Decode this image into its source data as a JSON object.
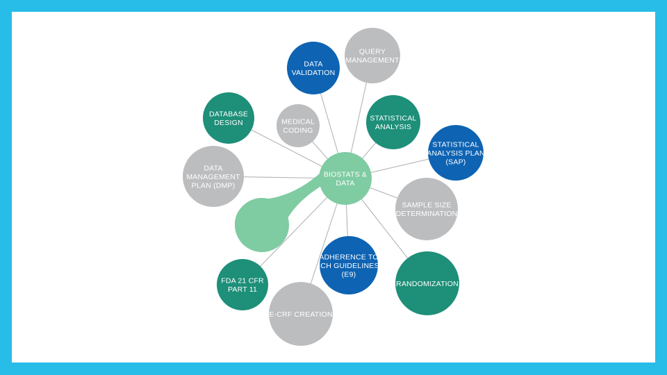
{
  "diagram": {
    "center": {
      "lines": [
        "BIOSTATS &",
        "DATA"
      ],
      "color": "#7fcba2"
    },
    "colors": {
      "teal": "#1e8f79",
      "blue": "#0e63b3",
      "gray": "#bcbdbf",
      "line": "#b3b4b6"
    },
    "nodes": [
      {
        "lines": [
          "DATA",
          "VALIDATION"
        ],
        "color": "blue"
      },
      {
        "lines": [
          "QUERY",
          "MANAGEMENT"
        ],
        "color": "gray"
      },
      {
        "lines": [
          "STATISTICAL",
          "ANALYSIS"
        ],
        "color": "teal"
      },
      {
        "lines": [
          "STATISTICAL",
          "ANALYSIS PLAN",
          "(SAP)"
        ],
        "color": "blue"
      },
      {
        "lines": [
          "SAMPLE SIZE",
          "DETERMINATION"
        ],
        "color": "gray"
      },
      {
        "lines": [
          "RANDOMIZATION"
        ],
        "color": "teal"
      },
      {
        "lines": [
          "ADHERENCE TO",
          "ICH GUIDELINES",
          "(E9)"
        ],
        "color": "blue"
      },
      {
        "lines": [
          "E-CRF CREATION"
        ],
        "color": "gray"
      },
      {
        "lines": [
          "FDA 21 CFR",
          "PART 11"
        ],
        "color": "teal"
      },
      {
        "lines": [
          "DATA",
          "MANAGEMENT",
          "PLAN (DMP)"
        ],
        "color": "gray"
      },
      {
        "lines": [
          "DATABASE",
          "DESIGN"
        ],
        "color": "teal"
      },
      {
        "lines": [
          "MEDICAL",
          "CODING"
        ],
        "color": "gray"
      }
    ]
  }
}
